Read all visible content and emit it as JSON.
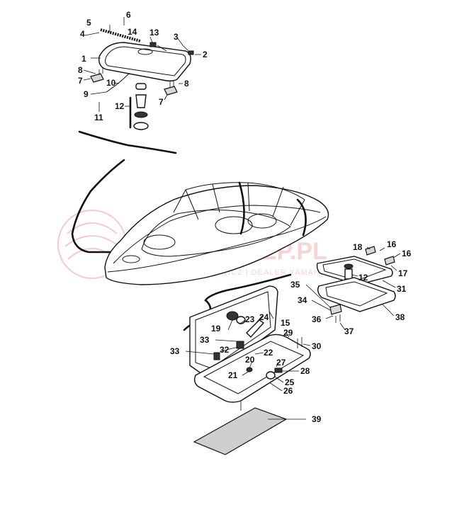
{
  "callouts": {
    "c1": "1",
    "c2": "2",
    "c3": "3",
    "c4": "4",
    "c5": "5",
    "c6": "6",
    "c7a": "7",
    "c7b": "7",
    "c8a": "8",
    "c8b": "8",
    "c9": "9",
    "c10": "10",
    "c11": "11",
    "c12a": "12",
    "c12b": "12",
    "c13": "13",
    "c14": "14",
    "c15": "15",
    "c16a": "16",
    "c16b": "16",
    "c17": "17",
    "c18": "18",
    "c19": "19",
    "c20": "20",
    "c21": "21",
    "c22": "22",
    "c23": "23",
    "c24": "24",
    "c25": "25",
    "c26": "26",
    "c27": "27",
    "c28": "28",
    "c29": "29",
    "c30": "30",
    "c31": "31",
    "c32": "32",
    "c33a": "33",
    "c33b": "33",
    "c34": "34",
    "c35": "35",
    "c36": "36",
    "c37": "37",
    "c38": "38",
    "c39": "39"
  },
  "watermark": {
    "brand": "SKLEP.PL",
    "tagline": "WODNIECHOWICZ | DEALER YAMAHA"
  }
}
